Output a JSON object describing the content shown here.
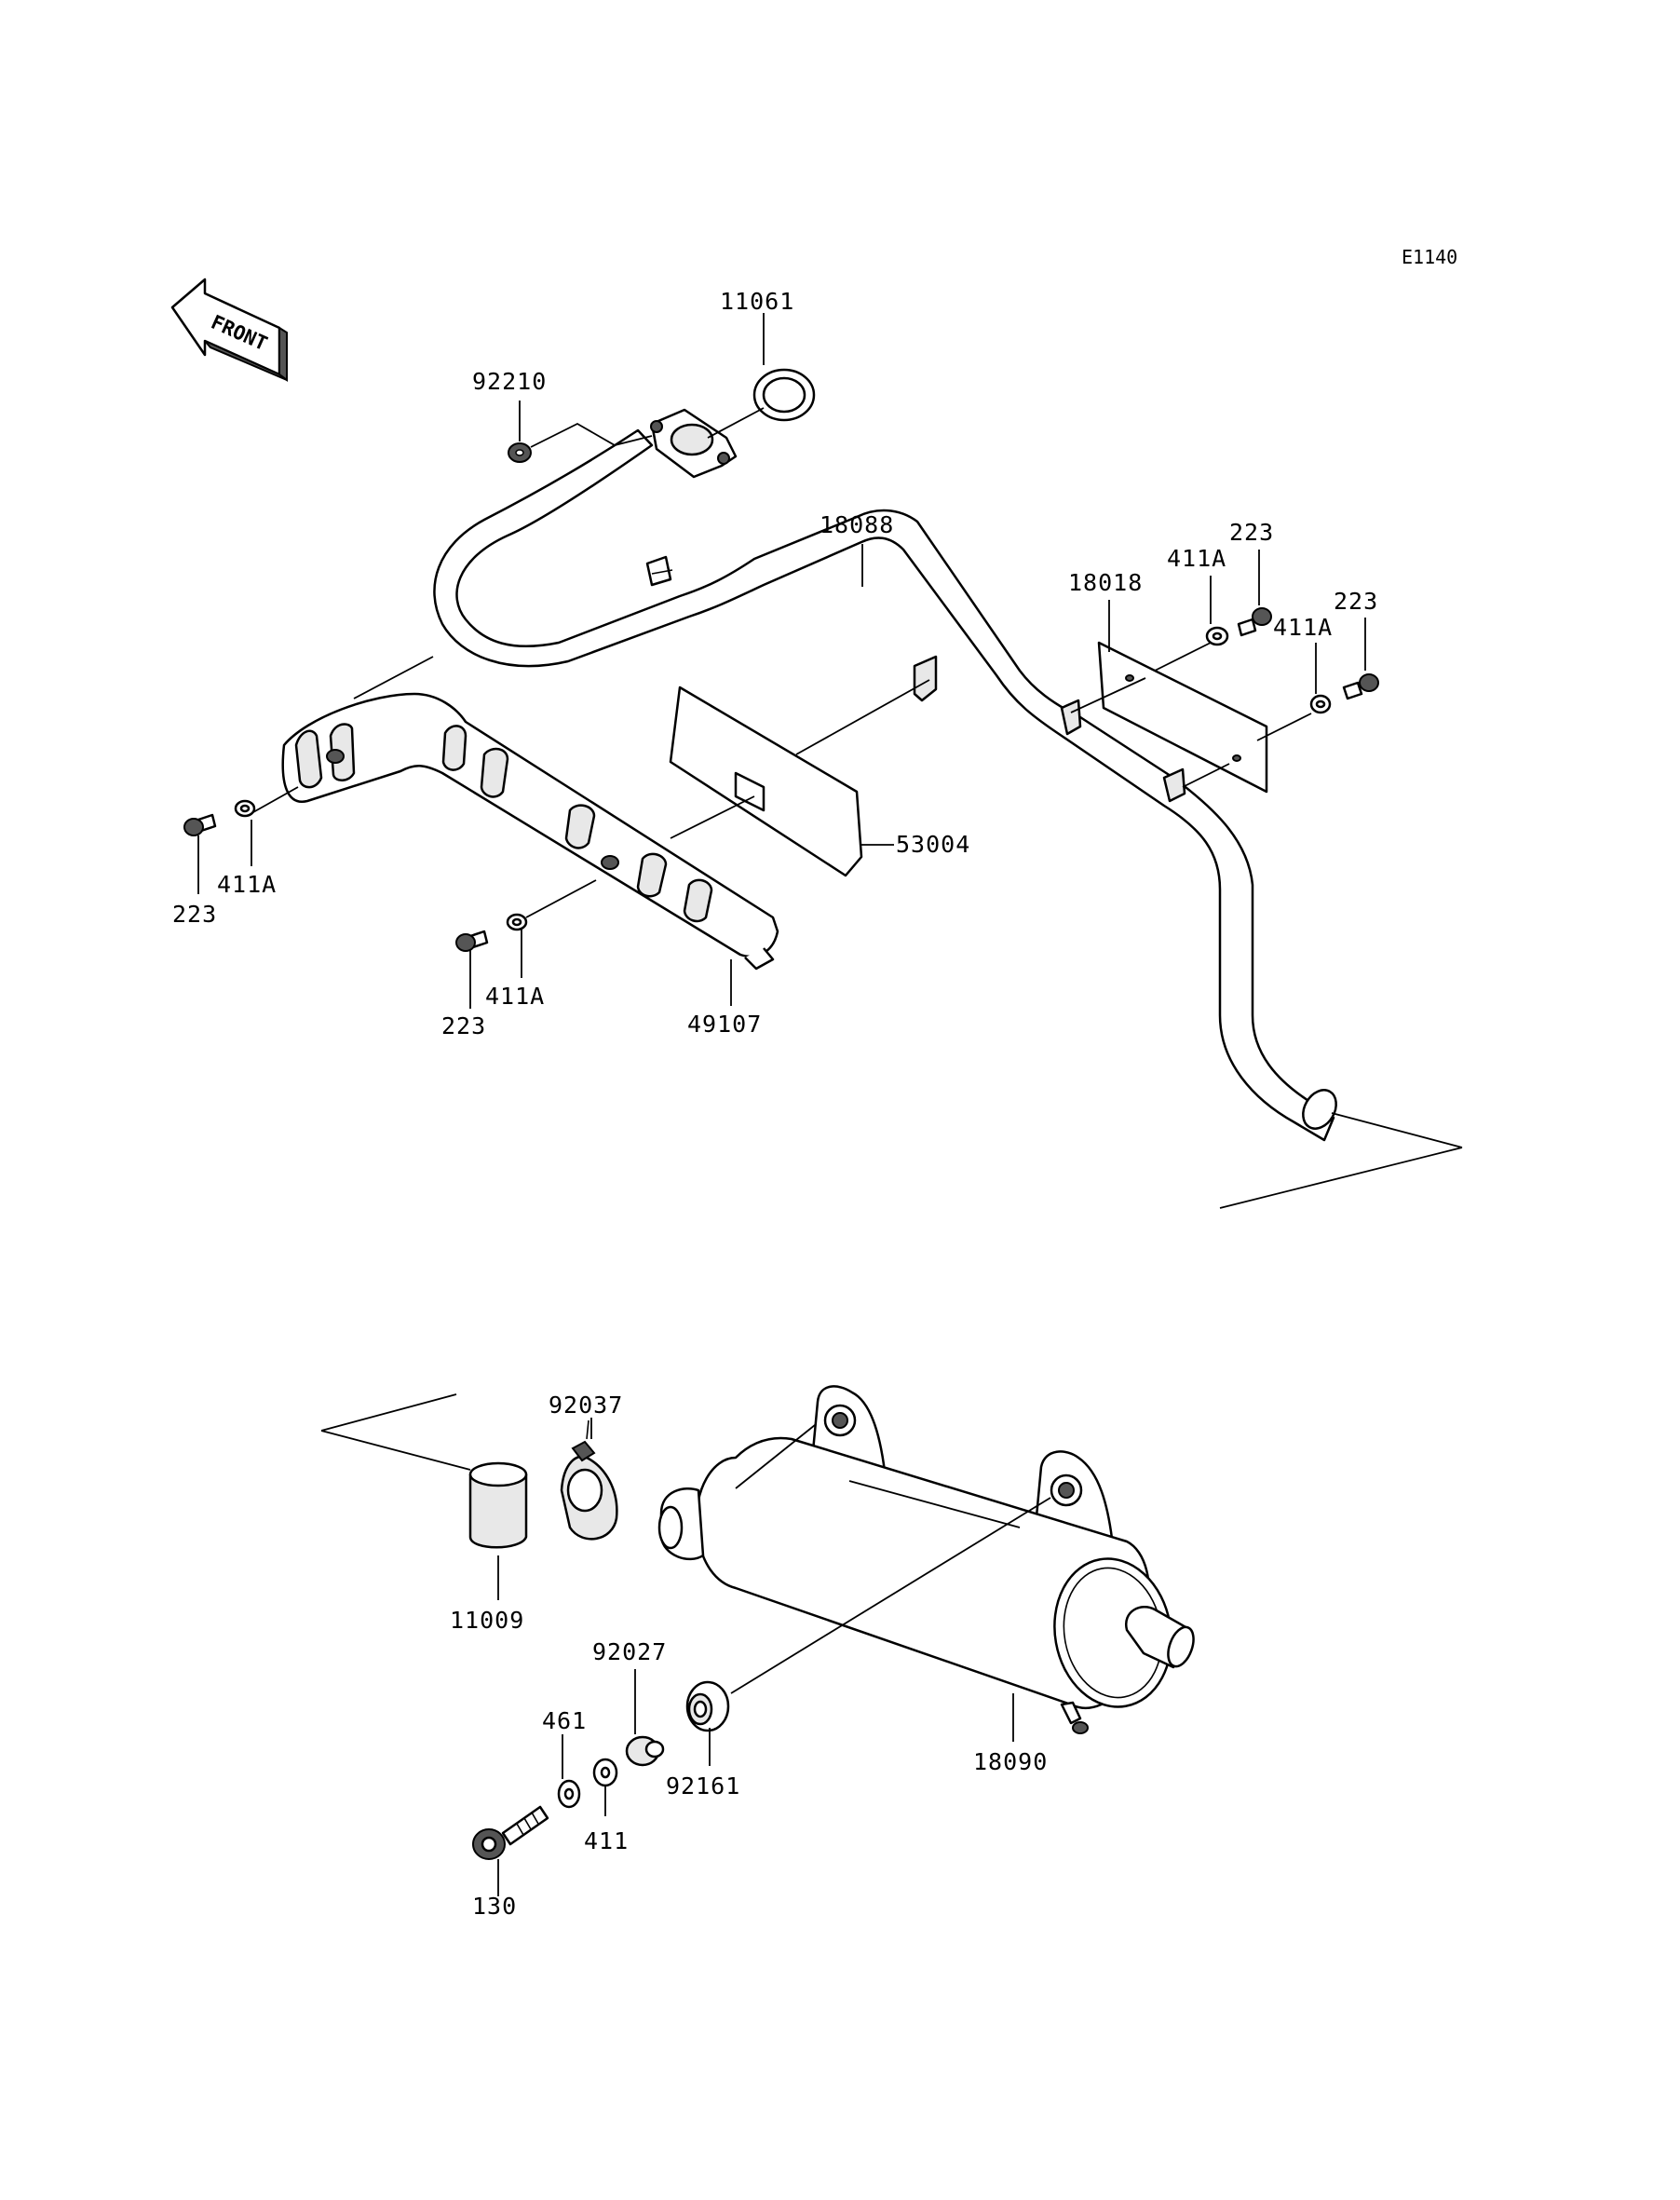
{
  "diagram_code": "E1140",
  "front_arrow": {
    "label": "FRONT",
    "icon": "front-direction-arrow-icon"
  },
  "callouts": {
    "c11061": "11061",
    "c92210": "92210",
    "c18088": "18088",
    "c18018": "18018",
    "c223_a": "223",
    "c411a_a": "411A",
    "c223_b": "223",
    "c411a_b": "411A",
    "c223_c": "223",
    "c411a_c": "411A",
    "c53004": "53004",
    "c411a_d": "411A",
    "c223_d": "223",
    "c49107": "49107",
    "c92037": "92037",
    "c11009": "11009",
    "c92027": "92027",
    "c461": "461",
    "c92161": "92161",
    "c18090": "18090",
    "c411": "411",
    "c130": "130"
  },
  "parts": [
    "exhaust-pipe",
    "exhaust-gasket",
    "flange-nut",
    "pipe-cover",
    "cover-plate",
    "insulator-pad",
    "muffler",
    "joint-pipe",
    "clamp",
    "rubber-grommet",
    "collar",
    "washer",
    "flange-bolt"
  ]
}
